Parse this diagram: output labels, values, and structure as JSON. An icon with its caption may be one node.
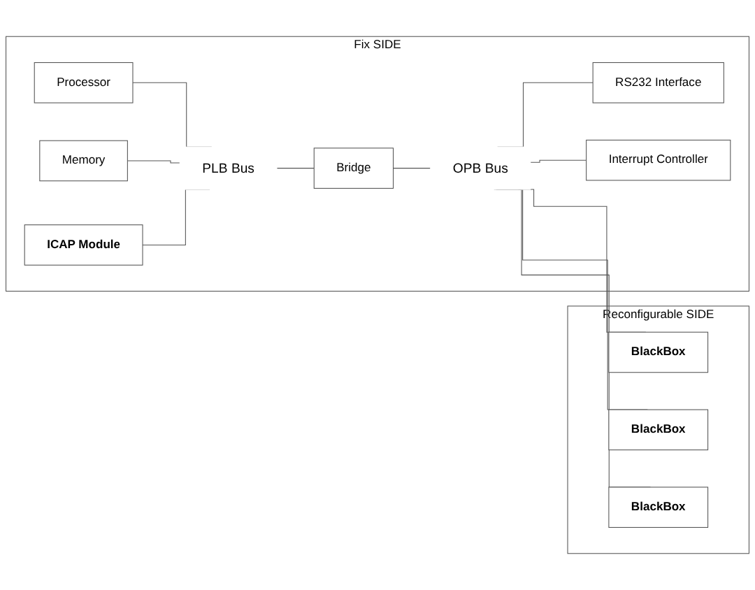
{
  "diagram": {
    "nodes": [
      {
        "text": [
          "Fix SIDE"
        ]
      },
      {
        "text": [
          "Processor"
        ],
        "in": 0
      },
      {
        "text": [
          "Memory"
        ],
        "in": 0
      },
      {
        "text": [
          "ICAP Module"
        ],
        "in": 0
      },
      {
        "text": [
          "PLB Bus"
        ],
        "in": 0
      },
      {
        "text": [
          "Bridge"
        ],
        "in": 0
      },
      {
        "text": [
          "OPB Bus"
        ],
        "in": 0
      },
      {
        "text": [
          "Reconfigurable SIDE"
        ]
      },
      {
        "text": [
          "BlackBox"
        ],
        "in": 7
      },
      {
        "text": [
          "BlackBox"
        ],
        "in": 7
      },
      {
        "text": [
          "BlackBox"
        ],
        "in": 7
      },
      {
        "text": [
          "RS232 Interface"
        ],
        "in": 0
      },
      {
        "text": [
          "Interrupt Controller"
        ],
        "in": 0
      }
    ],
    "edges": [
      {
        "from": 1,
        "to": 4,
        "arrow": "none"
      },
      {
        "from": 2,
        "to": 4,
        "arrow": "none"
      },
      {
        "from": 3,
        "to": 4,
        "arrow": "none"
      },
      {
        "from": 4,
        "to": 5,
        "arrow": "none"
      },
      {
        "from": 5,
        "to": 6,
        "arrow": "none"
      },
      {
        "from": 6,
        "to": 8,
        "arrow": "none"
      },
      {
        "from": 6,
        "to": 9,
        "arrow": "none"
      },
      {
        "from": 6,
        "to": 10,
        "arrow": "none"
      },
      {
        "from": 6,
        "to": 11,
        "arrow": "none"
      },
      {
        "from": 6,
        "to": 12,
        "arrow": "none"
      }
    ]
  }
}
